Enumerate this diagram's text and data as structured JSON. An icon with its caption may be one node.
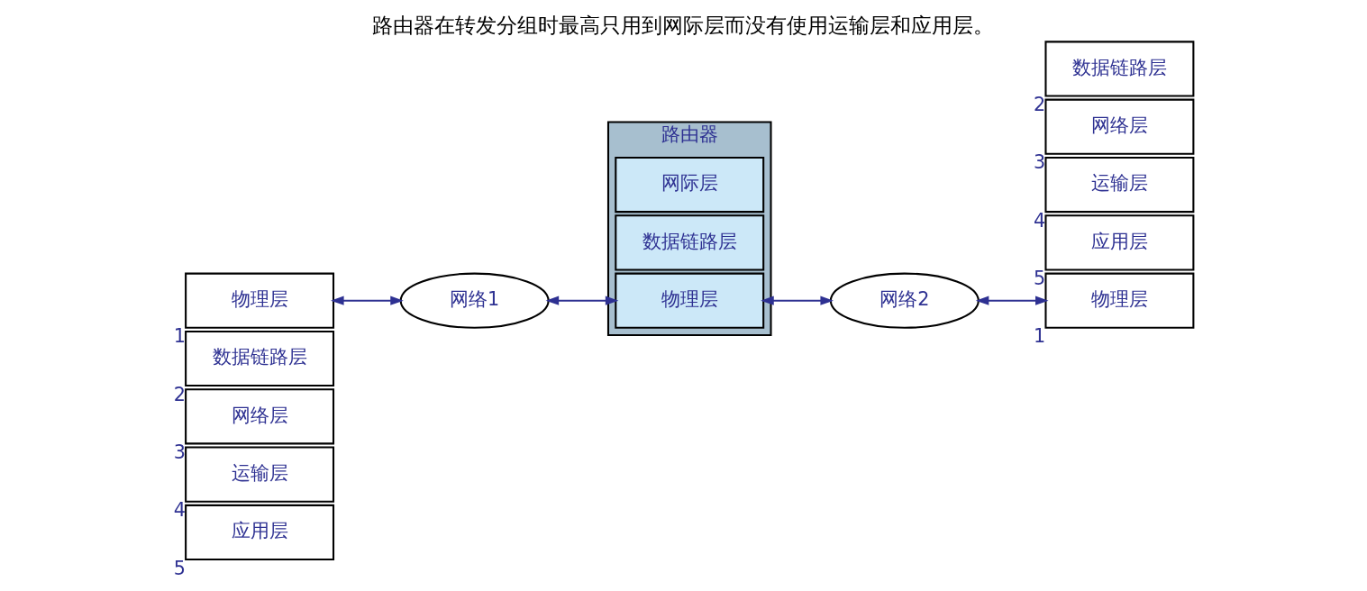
{
  "diagram": {
    "title": "路由器在转发分组时最高只用到网际层而没有使用运输层和应用层。",
    "nodes": [
      {
        "text": [
          "应用层"
        ],
        "beside": [
          "5"
        ]
      },
      {
        "text": [
          "运输层"
        ],
        "beside": [
          "4"
        ]
      },
      {
        "text": [
          "网络层"
        ],
        "beside": [
          "3"
        ]
      },
      {
        "text": [
          "数据链路层"
        ],
        "beside": [
          "2"
        ]
      },
      {
        "text": [
          "物理层"
        ],
        "beside": [
          "1"
        ]
      },
      {
        "text": [
          "路由器"
        ]
      },
      {
        "text": [
          "网际层"
        ],
        "in": 5
      },
      {
        "text": [
          "数据链路层"
        ],
        "in": 5
      },
      {
        "text": [
          "物理层"
        ],
        "in": 5
      },
      {
        "text": [
          "网络1"
        ]
      },
      {
        "text": [
          "网络2"
        ]
      },
      {
        "text": [
          "应用层"
        ],
        "beside": [
          "5"
        ]
      },
      {
        "text": [
          "运输层"
        ],
        "beside": [
          "4"
        ]
      },
      {
        "text": [
          "网络层"
        ],
        "beside": [
          "3"
        ]
      },
      {
        "text": [
          "数据链路层"
        ],
        "beside": [
          "2"
        ]
      },
      {
        "text": [
          "物理层"
        ],
        "beside": [
          "1"
        ]
      }
    ],
    "edges": [
      {
        "from": 4,
        "to": 9,
        "arrow": "both"
      },
      {
        "from": 9,
        "to": 8,
        "arrow": "both"
      },
      {
        "from": 8,
        "to": 10,
        "arrow": "both"
      },
      {
        "from": 10,
        "to": 15,
        "arrow": "both"
      }
    ]
  }
}
